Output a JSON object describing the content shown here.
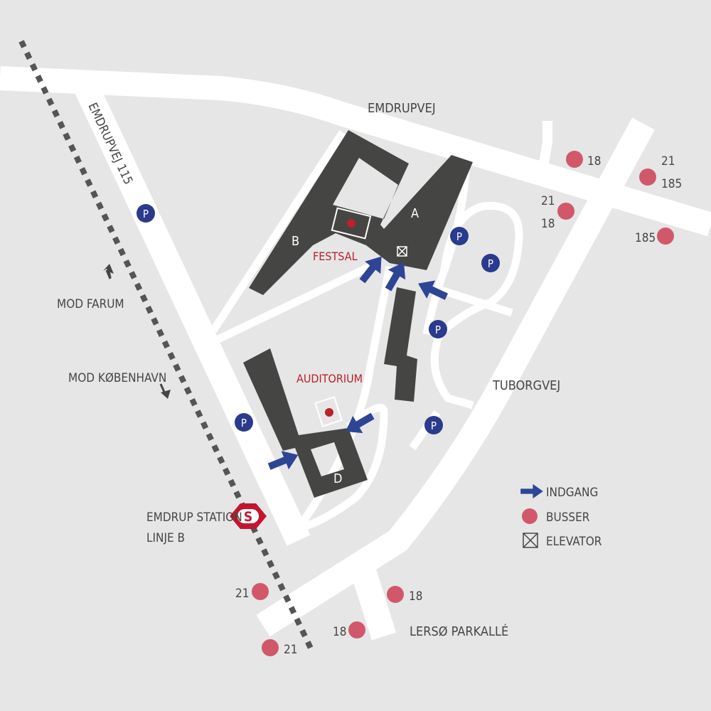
{
  "colors": {
    "background": "#e6e6e7",
    "road": "#ffffff",
    "building": "#454544",
    "bus_stop": "#d1586b",
    "parking": "#2a3a8c",
    "entrance_arrow": "#2e4595",
    "highlight_red": "#b8222b",
    "station_sign": "#c3162e"
  },
  "roads": {
    "emdrupvej": "EMDRUPVEJ",
    "emdrupvej_115": "EMDRUPVEJ 115",
    "tuborgvej": "TUBORGVEJ",
    "lersoe_parkalle": "LERSØ PARKALLÉ"
  },
  "buildings": {
    "a": "A",
    "b": "B",
    "d": "D"
  },
  "rooms": {
    "festsal": "FESTSAL",
    "auditorium": "AUDITORIUM"
  },
  "directions": {
    "mod_farum": "MOD FARUM",
    "mod_koebenhavn": "MOD KØBENHAVN"
  },
  "station": {
    "line1": "EMDRUP STATION",
    "line2": "LINJE B",
    "sign_letter": "S"
  },
  "parking_symbol": "P",
  "bus_stops": [
    {
      "id": "top-1",
      "lines": [
        "18"
      ]
    },
    {
      "id": "top-2",
      "lines": [
        "21",
        "185"
      ]
    },
    {
      "id": "top-3",
      "lines": [
        "21",
        "18"
      ]
    },
    {
      "id": "top-4",
      "lines": [
        "185"
      ]
    },
    {
      "id": "bottom-1",
      "lines": [
        "21"
      ]
    },
    {
      "id": "bottom-2",
      "lines": [
        "18"
      ]
    },
    {
      "id": "bottom-3",
      "lines": [
        "18"
      ]
    },
    {
      "id": "bottom-4",
      "lines": [
        "21"
      ]
    }
  ],
  "legend": {
    "entrance": "INDGANG",
    "buses": "BUSSER",
    "elevator": "ELEVATOR"
  }
}
